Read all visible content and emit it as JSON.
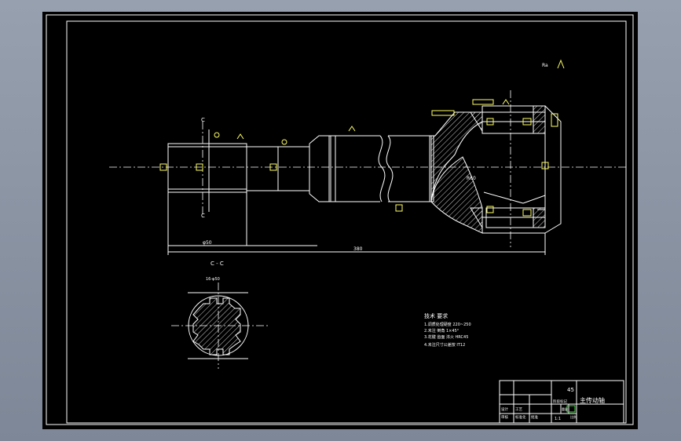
{
  "drawing": {
    "section_label_top": "C",
    "section_label_bottom": "C",
    "section_view_label": "C - C",
    "roughness_corner": "Ra",
    "dim_overall": "380",
    "dim_left_spline": "φ50",
    "spline_dim_label": "16-φ50",
    "angle_label": "R60"
  },
  "technical_requirements": {
    "title": "技术 要求",
    "items": [
      "1.调质处理硬度 220~250",
      "2.未注 倒角 1×45°",
      "3.花键 齿面 淬火 HRC45",
      "4.未注尺寸公差按 IT12"
    ]
  },
  "title_block": {
    "material": "45",
    "part_name": "主传动轴",
    "labels": [
      "设计",
      "审核",
      "工艺",
      "标准化",
      "批准"
    ],
    "stage_labels": [
      "阶段标记",
      "重量",
      "比例"
    ],
    "scale": "1:1"
  },
  "colors": {
    "sheet": "#000000",
    "lines": "#ffffff",
    "annotation": "#ffff66",
    "highlight": "#44dd44"
  }
}
